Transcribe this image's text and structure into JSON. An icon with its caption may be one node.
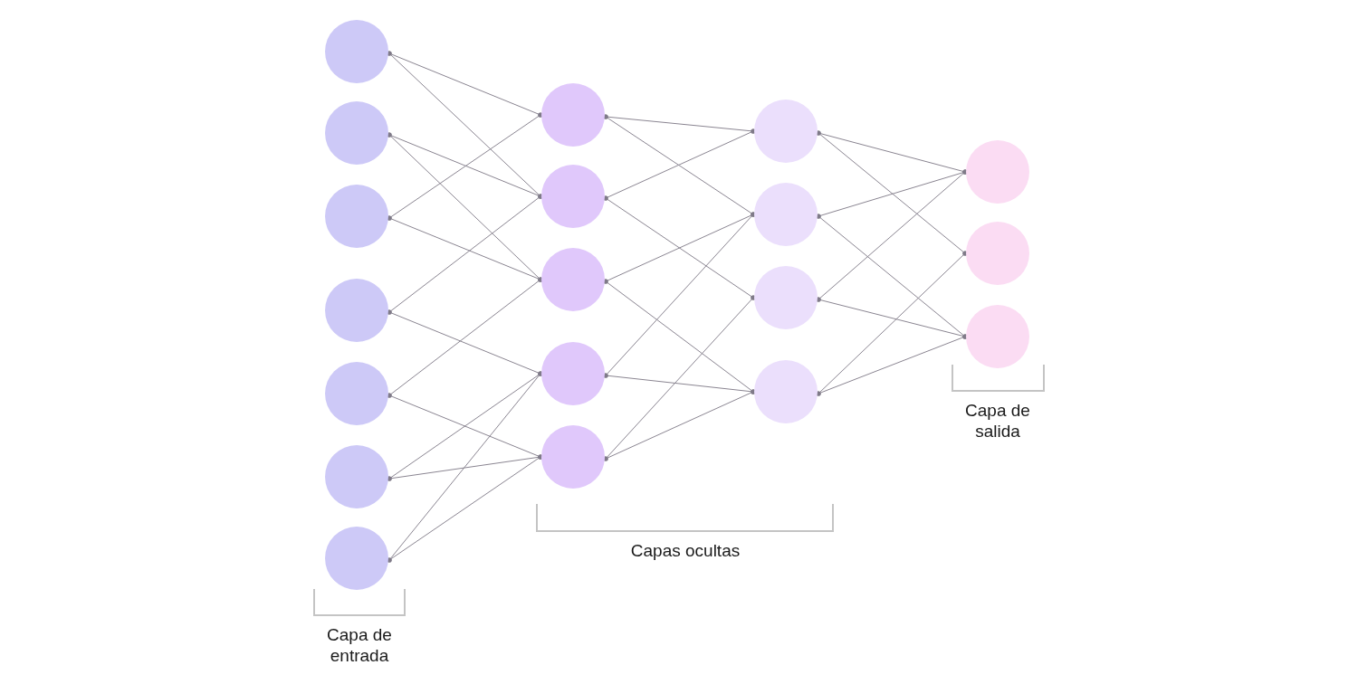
{
  "diagram": {
    "nodes": [
      {
        "text": [],
        "shape": "circle"
      },
      {
        "text": [],
        "shape": "circle"
      },
      {
        "text": [],
        "shape": "circle"
      },
      {
        "text": [],
        "shape": "circle"
      },
      {
        "text": [],
        "shape": "circle"
      },
      {
        "text": [],
        "shape": "circle"
      },
      {
        "text": [],
        "shape": "circle"
      },
      {
        "text": [],
        "shape": "circle"
      },
      {
        "text": [],
        "shape": "circle"
      },
      {
        "text": [],
        "shape": "circle"
      },
      {
        "text": [],
        "shape": "circle"
      },
      {
        "text": [],
        "shape": "circle"
      },
      {
        "text": [],
        "shape": "circle"
      },
      {
        "text": [],
        "shape": "circle"
      },
      {
        "text": [],
        "shape": "circle"
      },
      {
        "text": [],
        "shape": "circle"
      },
      {
        "text": [],
        "shape": "circle"
      },
      {
        "text": [],
        "shape": "circle"
      },
      {
        "text": [],
        "shape": "circle"
      }
    ],
    "edges": [
      {
        "from": 0,
        "to": 7,
        "arrow": "other"
      },
      {
        "from": 0,
        "to": 8,
        "arrow": "other"
      },
      {
        "from": 1,
        "to": 8,
        "arrow": "other"
      },
      {
        "from": 1,
        "to": 9,
        "arrow": "other"
      },
      {
        "from": 2,
        "to": 7,
        "arrow": "other"
      },
      {
        "from": 2,
        "to": 9,
        "arrow": "other"
      },
      {
        "from": 3,
        "to": 8,
        "arrow": "other"
      },
      {
        "from": 3,
        "to": 10,
        "arrow": "other"
      },
      {
        "from": 4,
        "to": 9,
        "arrow": "other"
      },
      {
        "from": 4,
        "to": 11,
        "arrow": "other"
      },
      {
        "from": 5,
        "to": 10,
        "arrow": "other"
      },
      {
        "from": 5,
        "to": 11,
        "arrow": "other"
      },
      {
        "from": 6,
        "to": 10,
        "arrow": "other"
      },
      {
        "from": 6,
        "to": 11,
        "arrow": "other"
      },
      {
        "from": 7,
        "to": 12,
        "arrow": "other"
      },
      {
        "from": 7,
        "to": 13,
        "arrow": "other"
      },
      {
        "from": 8,
        "to": 12,
        "arrow": "other"
      },
      {
        "from": 8,
        "to": 14,
        "arrow": "other"
      },
      {
        "from": 9,
        "to": 13,
        "arrow": "other"
      },
      {
        "from": 9,
        "to": 15,
        "arrow": "other"
      },
      {
        "from": 10,
        "to": 13,
        "arrow": "other"
      },
      {
        "from": 10,
        "to": 15,
        "arrow": "other"
      },
      {
        "from": 11,
        "to": 14,
        "arrow": "other"
      },
      {
        "from": 11,
        "to": 15,
        "arrow": "other"
      },
      {
        "from": 12,
        "to": 16,
        "arrow": "other"
      },
      {
        "from": 12,
        "to": 17,
        "arrow": "other"
      },
      {
        "from": 13,
        "to": 16,
        "arrow": "other"
      },
      {
        "from": 13,
        "to": 18,
        "arrow": "other"
      },
      {
        "from": 14,
        "to": 16,
        "arrow": "other"
      },
      {
        "from": 14,
        "to": 18,
        "arrow": "other"
      },
      {
        "from": 15,
        "to": 17,
        "arrow": "other"
      },
      {
        "from": 15,
        "to": 18,
        "arrow": "other"
      }
    ],
    "labels": [
      "Capa de salida",
      "Capas ocultas",
      "Capa de entrada"
    ]
  }
}
